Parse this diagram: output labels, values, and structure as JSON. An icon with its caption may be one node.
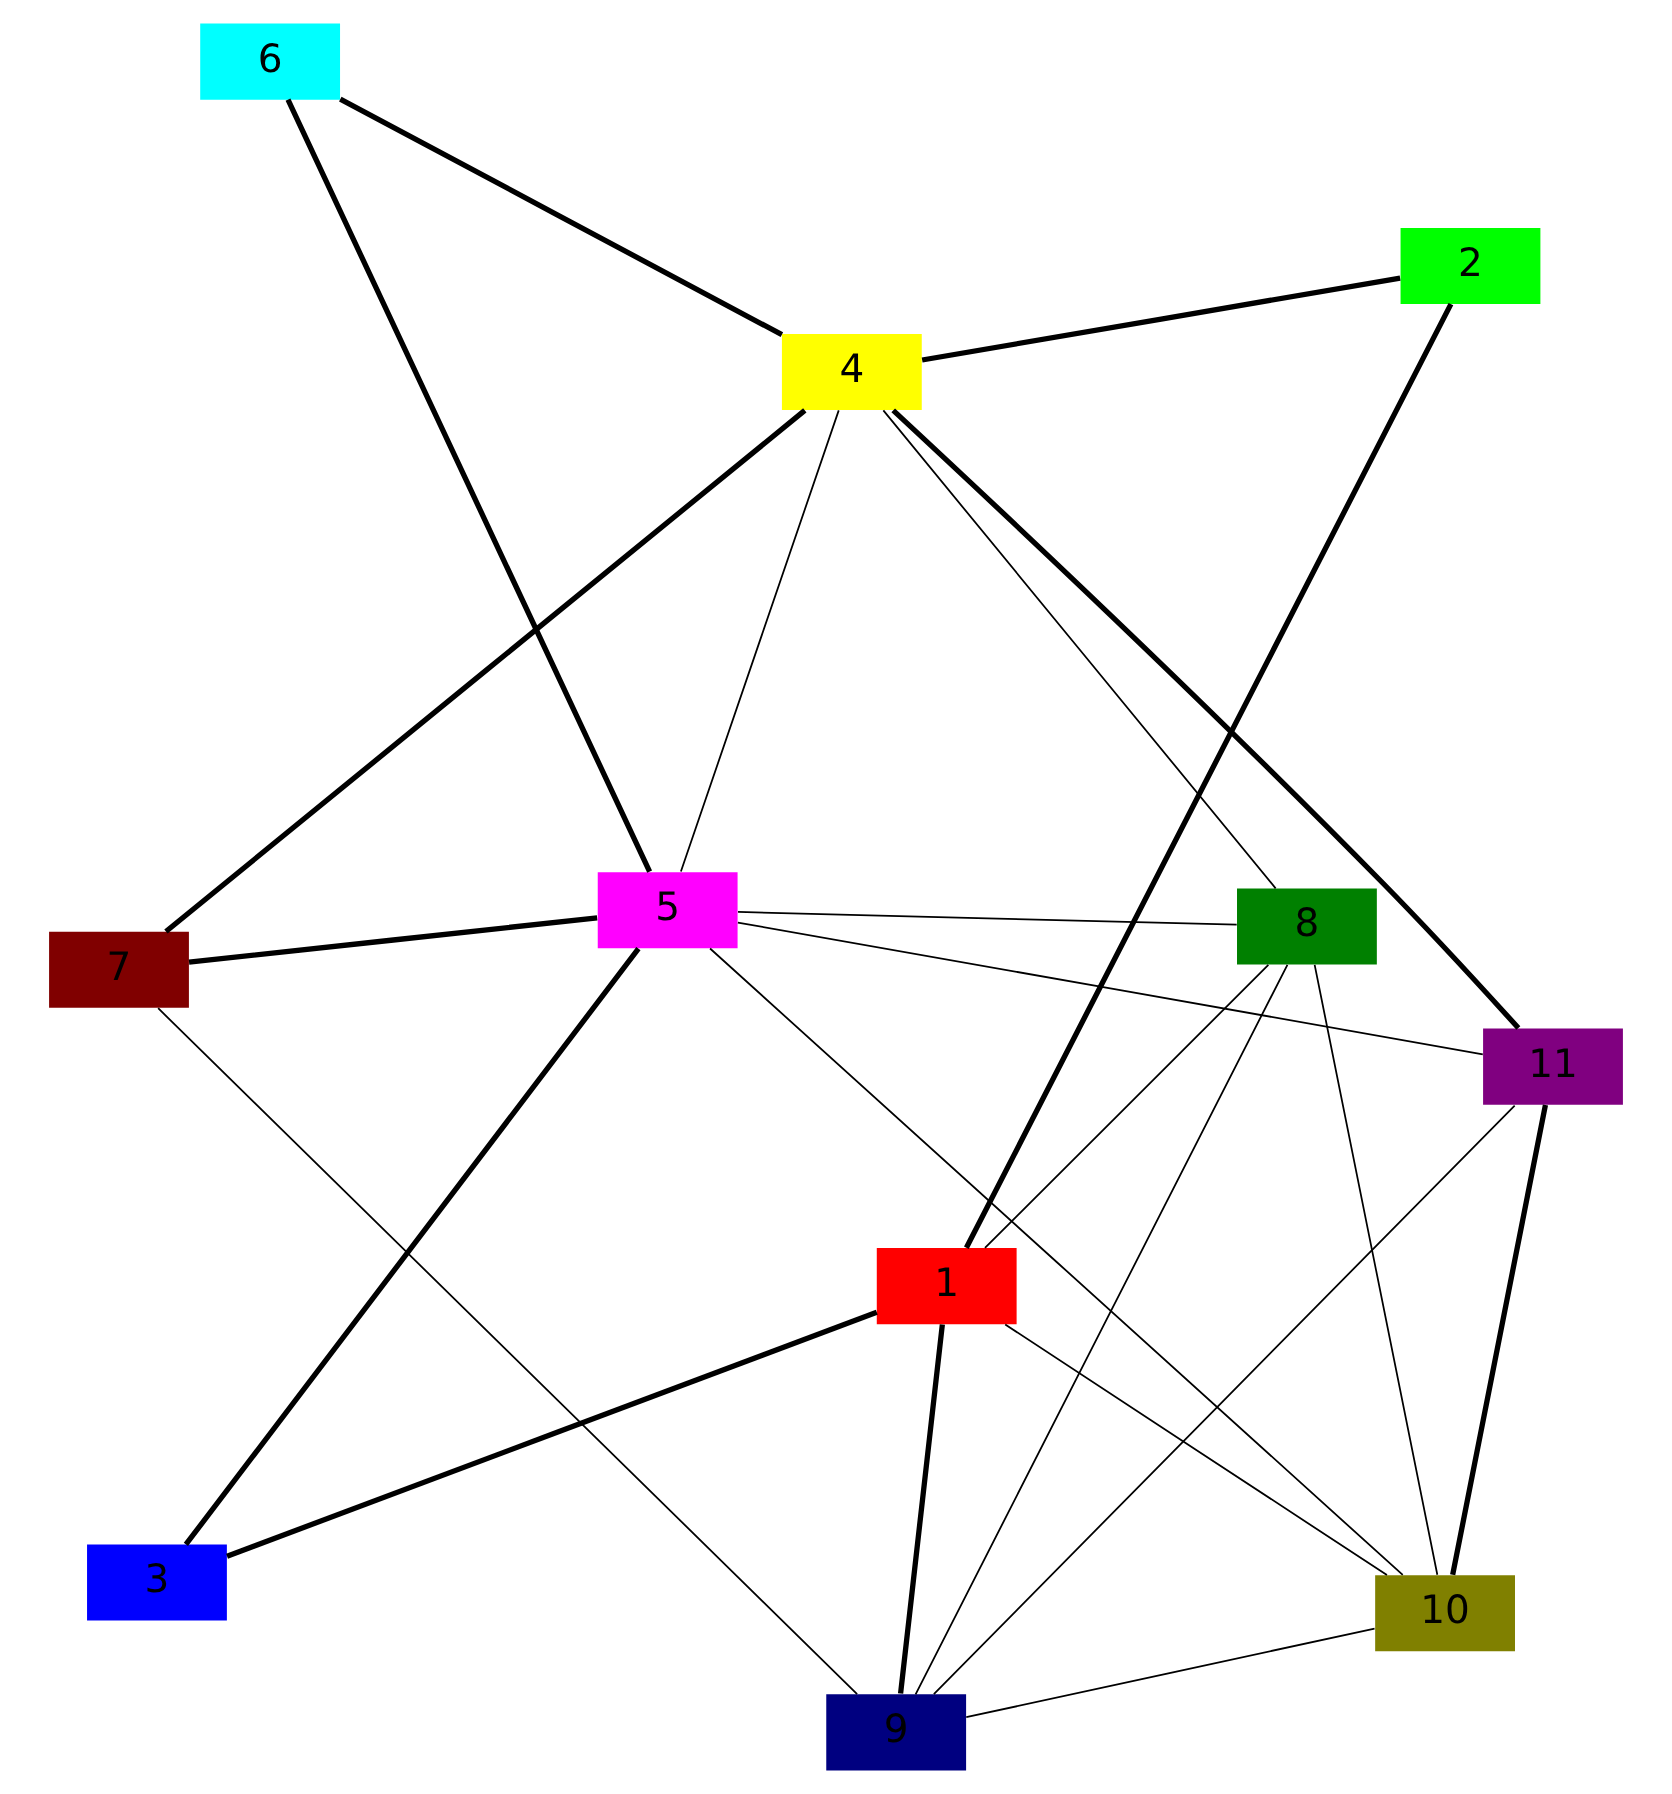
{
  "diagram": {
    "nodes": [
      {
        "text": [
          "1"
        ]
      },
      {
        "text": [
          "2"
        ]
      },
      {
        "text": [
          "3"
        ]
      },
      {
        "text": [
          "4"
        ]
      },
      {
        "text": [
          "5"
        ]
      },
      {
        "text": [
          "6"
        ]
      },
      {
        "text": [
          "7"
        ]
      },
      {
        "text": [
          "8"
        ]
      },
      {
        "text": [
          "9"
        ]
      },
      {
        "text": [
          "10"
        ]
      },
      {
        "text": [
          "11"
        ]
      }
    ],
    "edges": [
      {
        "from": 2,
        "to": 4,
        "arrow": "none",
        "style": "thick"
      },
      {
        "from": 2,
        "to": 0,
        "arrow": "none",
        "style": "thick"
      },
      {
        "from": 7,
        "to": 8,
        "arrow": "none"
      },
      {
        "from": 7,
        "to": 9,
        "arrow": "none"
      },
      {
        "from": 7,
        "to": 0,
        "arrow": "none"
      },
      {
        "from": 7,
        "to": 4,
        "arrow": "none"
      },
      {
        "from": 7,
        "to": 3,
        "arrow": "none"
      },
      {
        "from": 8,
        "to": 9,
        "arrow": "none"
      },
      {
        "from": 8,
        "to": 10,
        "arrow": "none"
      },
      {
        "from": 8,
        "to": 0,
        "arrow": "none",
        "style": "thick"
      },
      {
        "from": 8,
        "to": 6,
        "arrow": "none"
      },
      {
        "from": 9,
        "to": 10,
        "arrow": "none",
        "style": "thick"
      },
      {
        "from": 9,
        "to": 0,
        "arrow": "none"
      },
      {
        "from": 9,
        "to": 4,
        "arrow": "none"
      },
      {
        "from": 6,
        "to": 3,
        "arrow": "none",
        "style": "thick"
      },
      {
        "from": 6,
        "to": 4,
        "arrow": "none",
        "style": "thick"
      },
      {
        "from": 10,
        "to": 4,
        "arrow": "none"
      },
      {
        "from": 10,
        "to": 3,
        "arrow": "none",
        "style": "thick"
      },
      {
        "from": 5,
        "to": 4,
        "arrow": "none",
        "style": "thick"
      },
      {
        "from": 5,
        "to": 3,
        "arrow": "none",
        "style": "thick"
      },
      {
        "from": 1,
        "to": 0,
        "arrow": "none",
        "style": "thick"
      },
      {
        "from": 1,
        "to": 3,
        "arrow": "none",
        "style": "thick"
      },
      {
        "from": 4,
        "to": 3,
        "arrow": "none"
      }
    ]
  }
}
